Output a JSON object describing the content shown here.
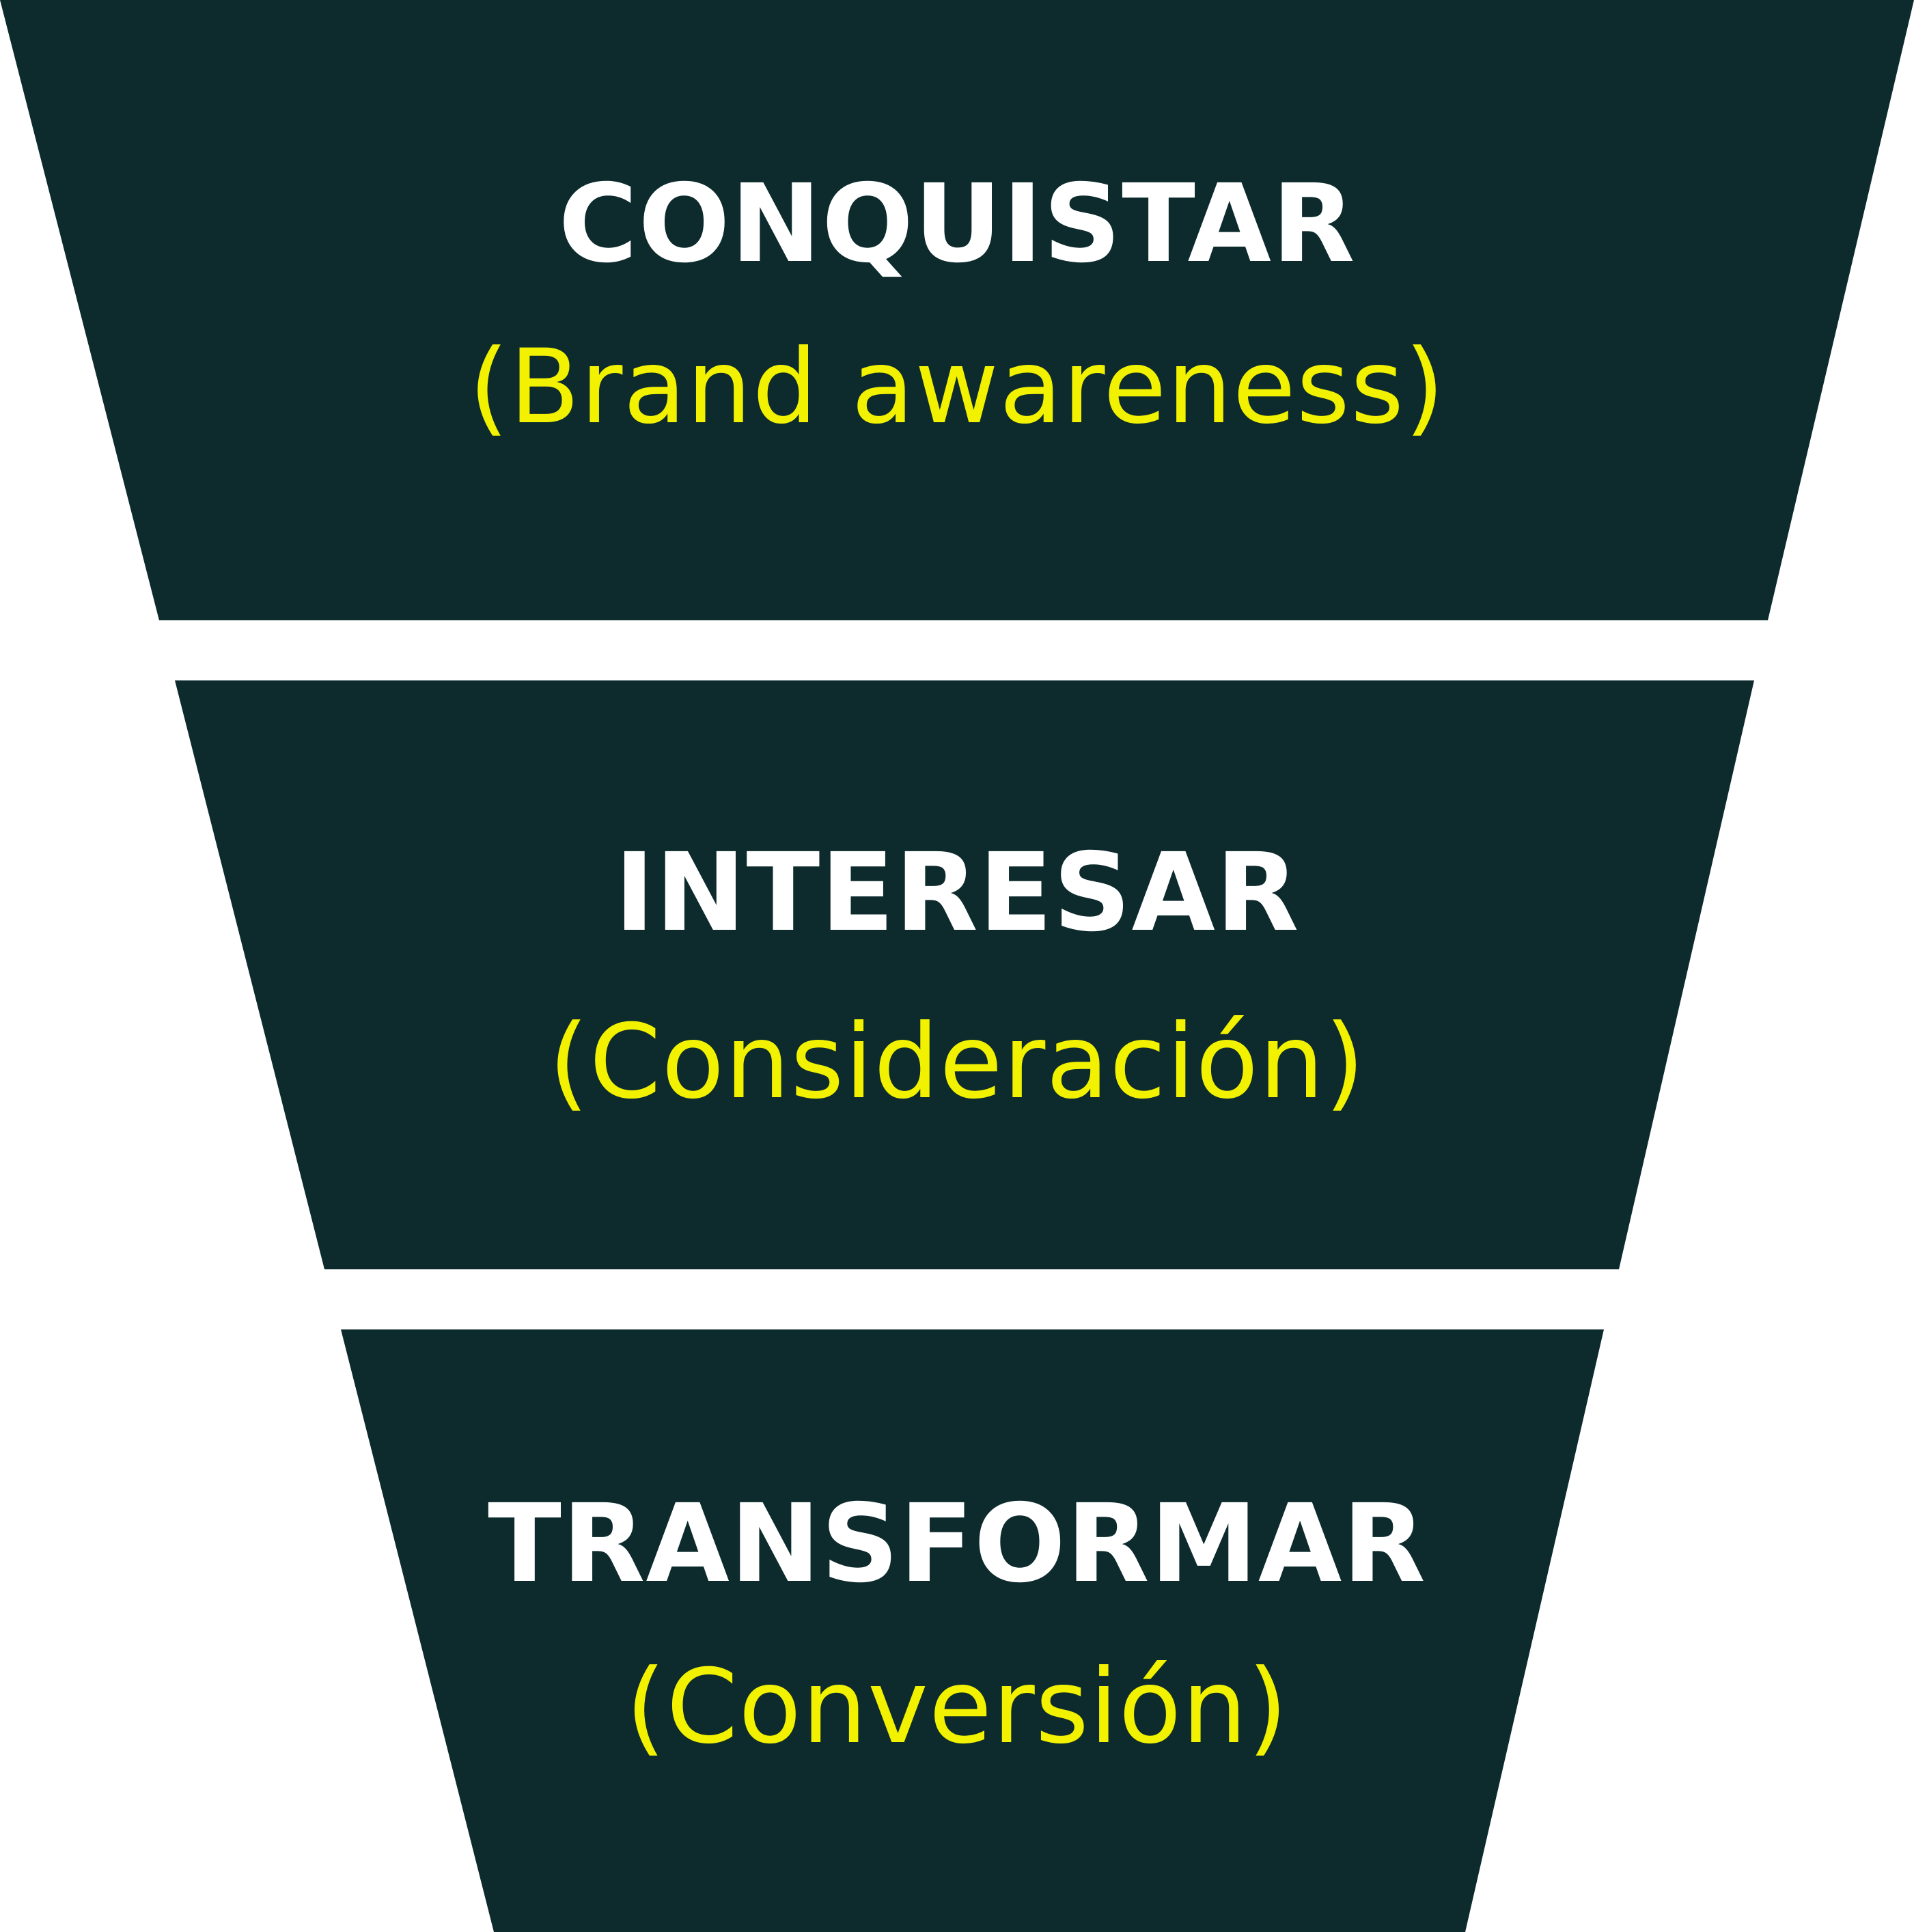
{
  "colors": {
    "background": "#ffffff",
    "stage_fill": "#0d2b2d",
    "title_text": "#ffffff",
    "subtitle_text": "#f2f200"
  },
  "funnel": {
    "stages": [
      {
        "title": "CONQUISTAR",
        "subtitle": "(Brand awareness)"
      },
      {
        "title": "INTERESAR",
        "subtitle": "(Consideración)"
      },
      {
        "title": "TRANSFORMAR",
        "subtitle": "(Conversión)"
      }
    ]
  }
}
